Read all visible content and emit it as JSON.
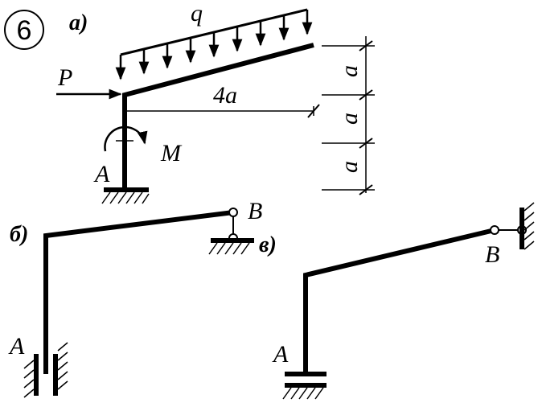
{
  "problem_number": "6",
  "part_a": {
    "label": "а)",
    "load_q": "q",
    "force_p": "P",
    "moment_m": "M",
    "support_a": "A",
    "span_label": "4a",
    "height_labels": [
      "a",
      "a",
      "a"
    ]
  },
  "part_b": {
    "label": "б)",
    "support_a": "A",
    "support_b": "B"
  },
  "part_c": {
    "label": "в)",
    "support_a": "A",
    "support_b": "B"
  }
}
